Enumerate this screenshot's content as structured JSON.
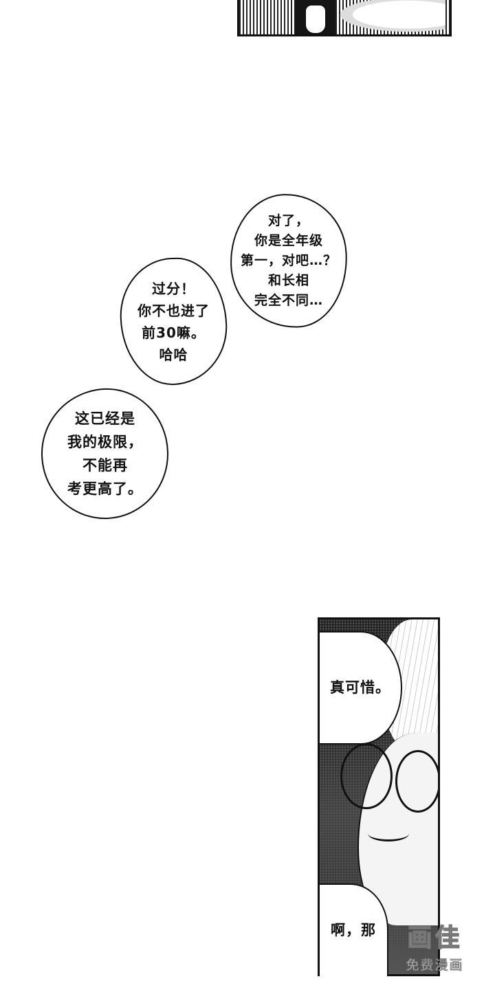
{
  "bubbles": [
    {
      "lines": [
        "对了，",
        "你是全年级",
        "第一，对吧…？",
        "和长相",
        "完全不同…"
      ]
    },
    {
      "lines": [
        "过分！",
        "你不也进了",
        "前30嘛。",
        "哈哈"
      ]
    },
    {
      "lines": [
        "这已经是",
        "我的极限，",
        "不能再",
        "考更高了。"
      ]
    },
    {
      "lines": [
        "真可惜。"
      ]
    },
    {
      "lines": [
        "啊，那"
      ]
    }
  ],
  "watermark": {
    "logo": "画佳",
    "sub": "免费漫画"
  }
}
